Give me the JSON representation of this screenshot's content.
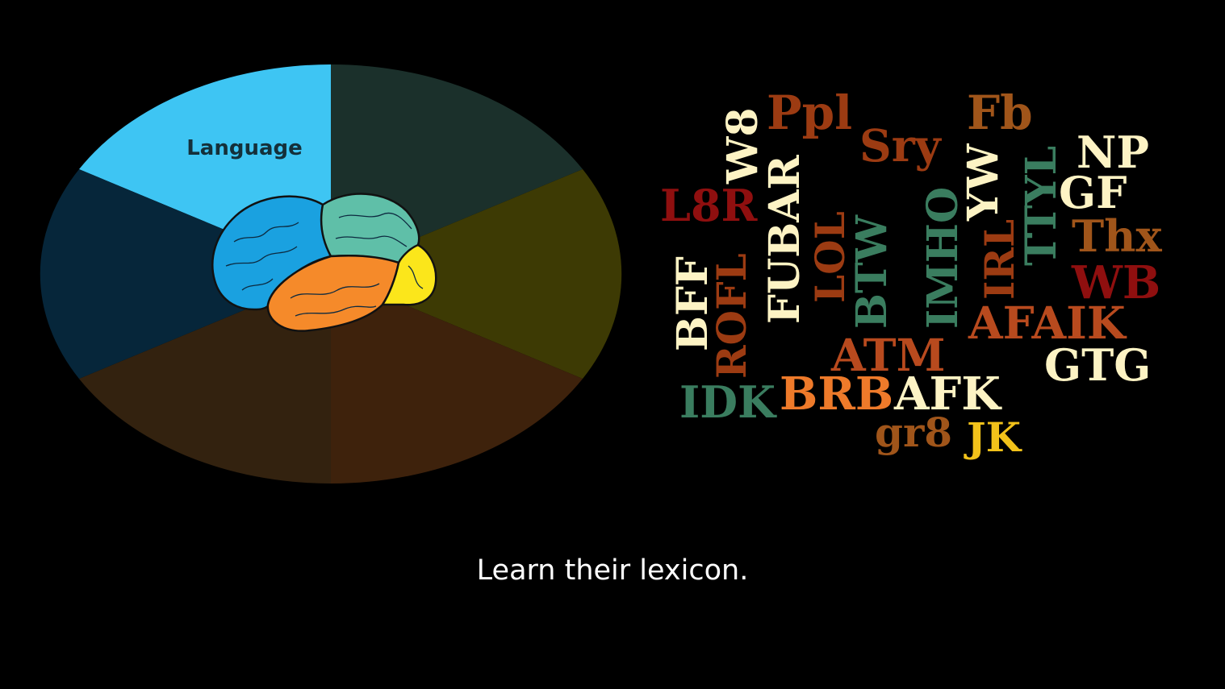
{
  "wheel": {
    "segments": [
      {
        "label": "Language",
        "color": "#3ec5f3",
        "highlighted": true
      },
      {
        "label": "",
        "color": "#1b302b"
      },
      {
        "label": "",
        "color": "#3d3a04"
      },
      {
        "label": "",
        "color": "#3e220c"
      },
      {
        "label": "",
        "color": "#33220f"
      },
      {
        "label": "",
        "color": "#06263a"
      }
    ],
    "brain_lobes": [
      {
        "name": "frontal",
        "color": "#1aa1e0"
      },
      {
        "name": "parietal",
        "color": "#5fbfa8"
      },
      {
        "name": "temporal",
        "color": "#f58a2a"
      },
      {
        "name": "occipital",
        "color": "#fbe61b"
      }
    ]
  },
  "cloud": {
    "words": [
      {
        "text": "W8",
        "color": "#fdf3c4"
      },
      {
        "text": "Ppl",
        "color": "#9c3b12"
      },
      {
        "text": "Fb",
        "color": "#a0551a"
      },
      {
        "text": "Sry",
        "color": "#9c3b12"
      },
      {
        "text": "L8R",
        "color": "#8f0f0f"
      },
      {
        "text": "FUBAR",
        "color": "#fdf3c4"
      },
      {
        "text": "YW",
        "color": "#fdf3c4"
      },
      {
        "text": "TTYL",
        "color": "#3a7d5f"
      },
      {
        "text": "NP",
        "color": "#fdf3c4"
      },
      {
        "text": "GF",
        "color": "#fdf3c4"
      },
      {
        "text": "Thx",
        "color": "#a0551a"
      },
      {
        "text": "WB",
        "color": "#8f0f0f"
      },
      {
        "text": "IMHO",
        "color": "#3a7d5f"
      },
      {
        "text": "IRL",
        "color": "#9c3b12"
      },
      {
        "text": "BTW",
        "color": "#3a7d5f"
      },
      {
        "text": "LOL",
        "color": "#9c3b12"
      },
      {
        "text": "ROFL",
        "color": "#9c3b12"
      },
      {
        "text": "BFF",
        "color": "#fdf3c4"
      },
      {
        "text": "AFAIK",
        "color": "#b84a1e"
      },
      {
        "text": "ATM",
        "color": "#b84a1e"
      },
      {
        "text": "GTG",
        "color": "#fdf3c4"
      },
      {
        "text": "IDK",
        "color": "#3a7d5f"
      },
      {
        "text": "BRB",
        "color": "#ee7a2a"
      },
      {
        "text": "AFK",
        "color": "#fdf3c4"
      },
      {
        "text": "gr8",
        "color": "#a0551a"
      },
      {
        "text": "JK",
        "color": "#f2c21a"
      }
    ]
  },
  "caption": "Learn their lexicon."
}
